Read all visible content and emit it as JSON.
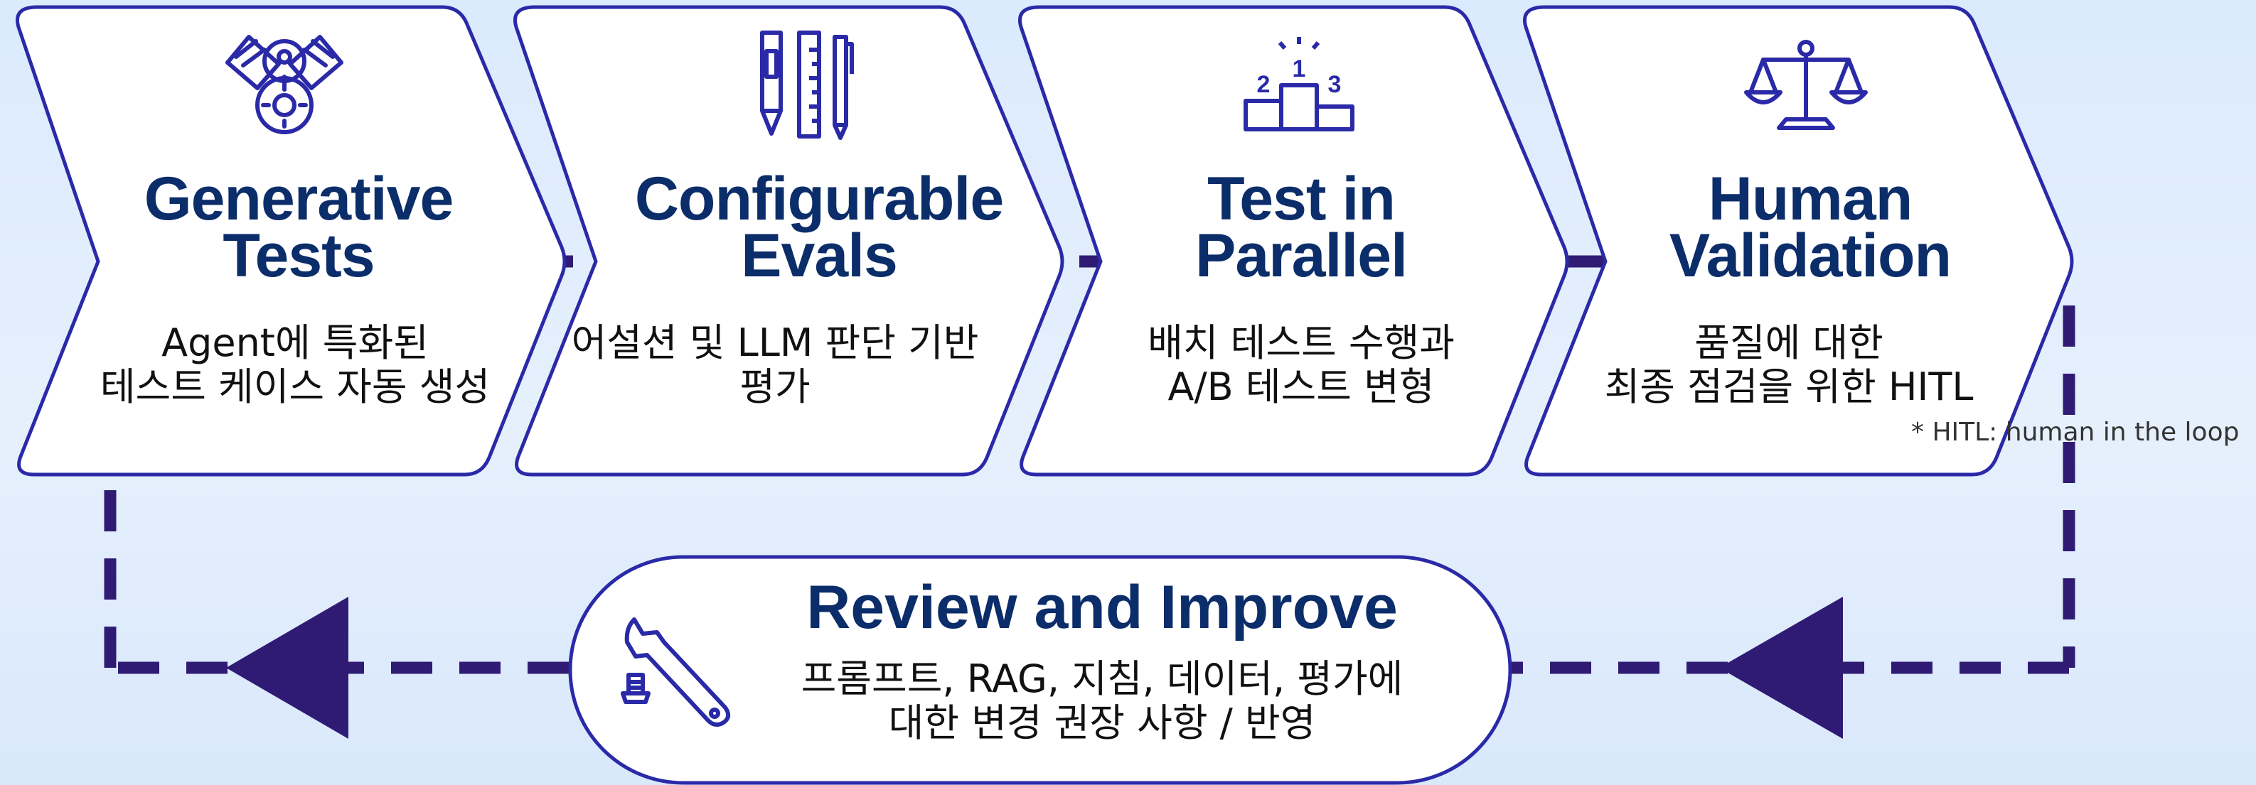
{
  "steps": [
    {
      "icon": "engine-icon",
      "title_lines": [
        "Generative",
        "Tests"
      ],
      "desc_lines": [
        "Agent에 특화된",
        "테스트 케이스 자동 생성"
      ]
    },
    {
      "icon": "pen-ruler-icon",
      "title_lines": [
        "Configurable",
        "Evals"
      ],
      "desc_lines": [
        "어설션 및 LLM 판단 기반",
        "평가"
      ]
    },
    {
      "icon": "podium-icon",
      "title_lines": [
        "Test in",
        "Parallel"
      ],
      "desc_lines": [
        "배치 테스트 수행과",
        "A/B 테스트 변형"
      ],
      "podium_labels": [
        "2",
        "1",
        "3"
      ]
    },
    {
      "icon": "balance-scale-icon",
      "title_lines": [
        "Human",
        "Validation"
      ],
      "desc_lines": [
        "품질에 대한",
        "최종 점검을 위한 HITL"
      ]
    }
  ],
  "footnote": "* HITL: human in the loop",
  "loop": {
    "icon": "wrench-icon",
    "title": "Review and Improve",
    "desc_lines": [
      "프롬프트, RAG, 지침, 데이터, 평가에",
      "대한 변경 권장 사항 / 반영"
    ]
  },
  "colors": {
    "accent": "#0b2d6a",
    "shape_border": "#2a2aa8",
    "connector": "#301b74",
    "icon": "#2a2aa8",
    "card_fill": "#ffffff",
    "background": "#dbeafd"
  }
}
